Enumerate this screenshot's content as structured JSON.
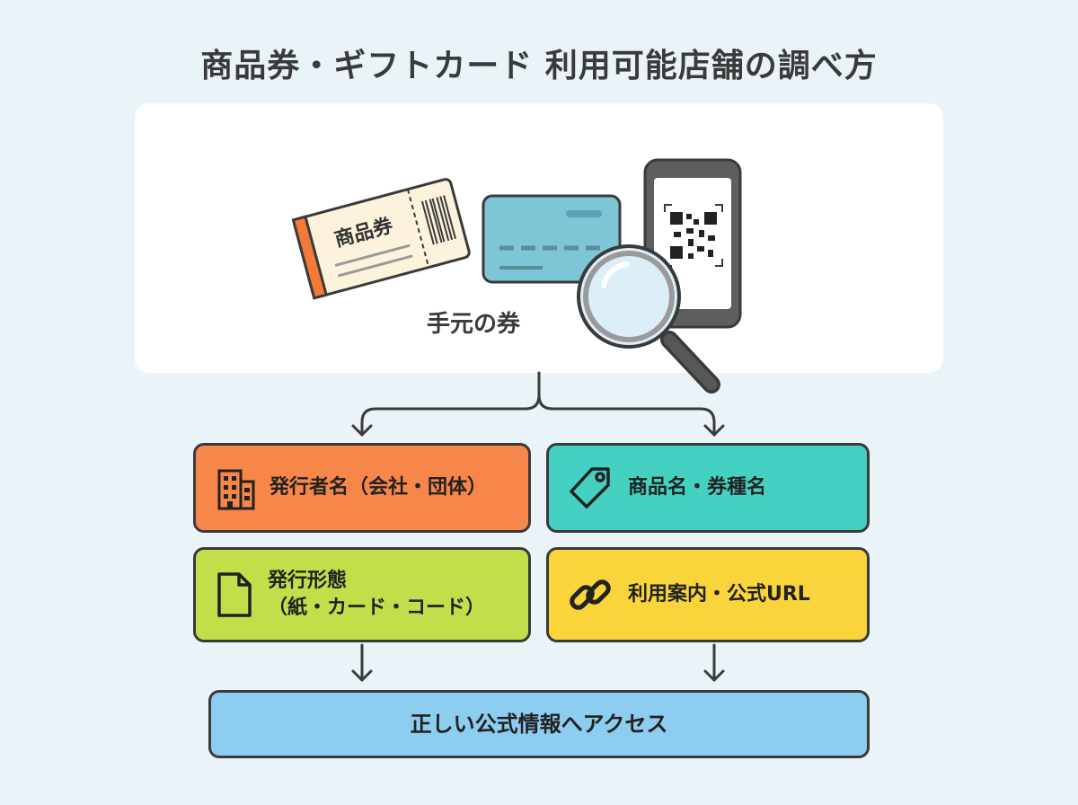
{
  "title": "商品券・ギフトカード 利用可能店舗の調べ方",
  "hero": {
    "ticket_label": "商品券",
    "caption": "手元の券"
  },
  "boxes": {
    "issuer": {
      "label": "発行者名（会社・団体）",
      "icon": "building-icon",
      "color": "#f7864b"
    },
    "product": {
      "label": "商品名・券種名",
      "icon": "tag-icon",
      "color": "#45d1c2"
    },
    "form": {
      "line1": "発行形態",
      "line2": "（紙・カード・コード）",
      "icon": "document-icon",
      "color": "#c0df4b"
    },
    "link": {
      "label": "利用案内・公式URL",
      "icon": "link-icon",
      "color": "#f9d43a"
    },
    "access": {
      "label": "正しい公式情報へアクセス",
      "color": "#8dcdf0"
    }
  },
  "colors": {
    "background": "#e9f3f8",
    "panel": "#ffffff",
    "outline": "#3a3a3a"
  }
}
